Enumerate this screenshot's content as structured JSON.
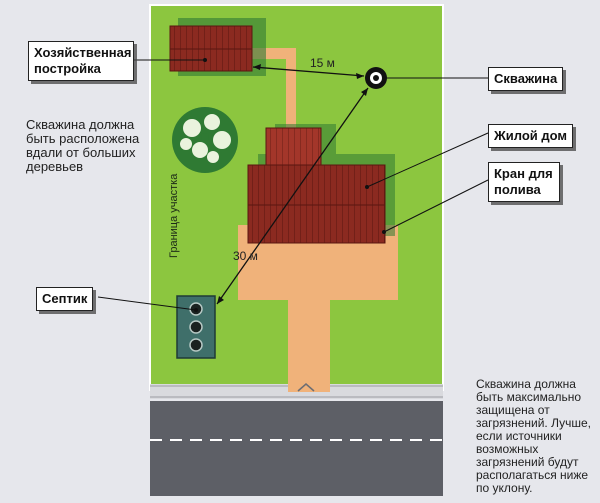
{
  "labels": {
    "outbuilding": "Хозяйственная постройка",
    "well": "Скважина",
    "house": "Жилой дом",
    "tap": "Кран для полива",
    "septic": "Септик"
  },
  "dimensions": {
    "well_to_outbuilding": "15 м",
    "well_to_septic": "30 м"
  },
  "notes": {
    "trees": "Скважина должна быть расположена вдали от больших деревьев",
    "contamination": "Скважина должна быть максимально защищена от загрязнений. Лучше, если источники возможных загрязнений будут располагаться ниже по уклону."
  },
  "plot_boundary_label": "Граница участка",
  "colors": {
    "lawn": "#8cc63f",
    "lawn_shadow": "#2f7a33",
    "path": "#f0b27a",
    "roof": "#8b2a20",
    "road": "#5d5f66",
    "septic": "#3f6f6a",
    "page": "#e6e7ec"
  }
}
